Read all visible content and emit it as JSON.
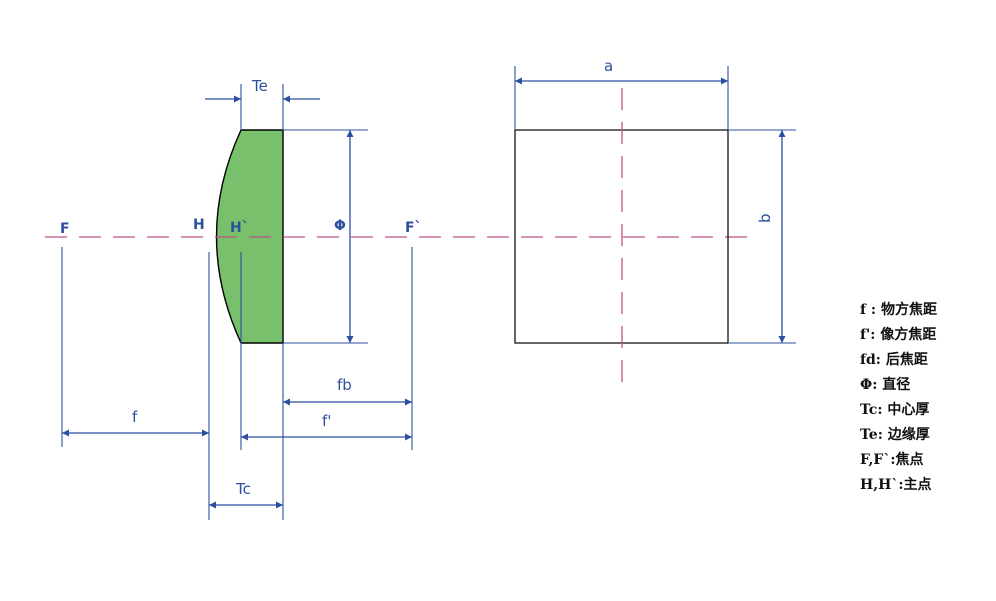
{
  "colors": {
    "dimension": "#2d4fa0",
    "axis": "#c0508a",
    "lens_fill": "#78c06c",
    "outline": "#000000"
  },
  "points": {
    "F": "F",
    "H": "H",
    "H_prime": "H`",
    "phi": "Φ",
    "F_prime": "F`"
  },
  "dimensions": {
    "Te": "Te",
    "Tc": "Tc",
    "f": "f",
    "f_prime": "f'",
    "fb": "fb",
    "a": "a",
    "b": "b"
  },
  "legend": [
    "f : 物方焦距",
    "f': 像方焦距",
    "fd: 后焦距",
    "Φ: 直径",
    "Tc: 中心厚",
    "Te: 边缘厚",
    "F,F`:焦点",
    "H,H`:主点"
  ]
}
